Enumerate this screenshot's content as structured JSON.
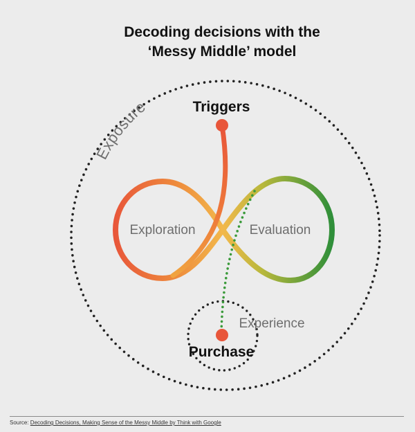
{
  "title": {
    "line1": "Decoding decisions with the",
    "line2": "‘Messy Middle’ model"
  },
  "labels": {
    "exposure": "Exposure",
    "triggers": "Triggers",
    "exploration": "Exploration",
    "evaluation": "Evaluation",
    "experience": "Experience",
    "purchase": "Purchase"
  },
  "source": {
    "prefix": "Source: ",
    "link_text": "Decoding Decisions, Making Sense of the Messy Middle by Think with Google"
  },
  "colors": {
    "background": "#ececec",
    "node_dot": "#e8563a",
    "loop_left": "#e8563a",
    "loop_center": "#f2b84b",
    "loop_right": "#2f8f3a",
    "dotted_path": "#3a9a3a",
    "dots_circle": "#222222"
  }
}
